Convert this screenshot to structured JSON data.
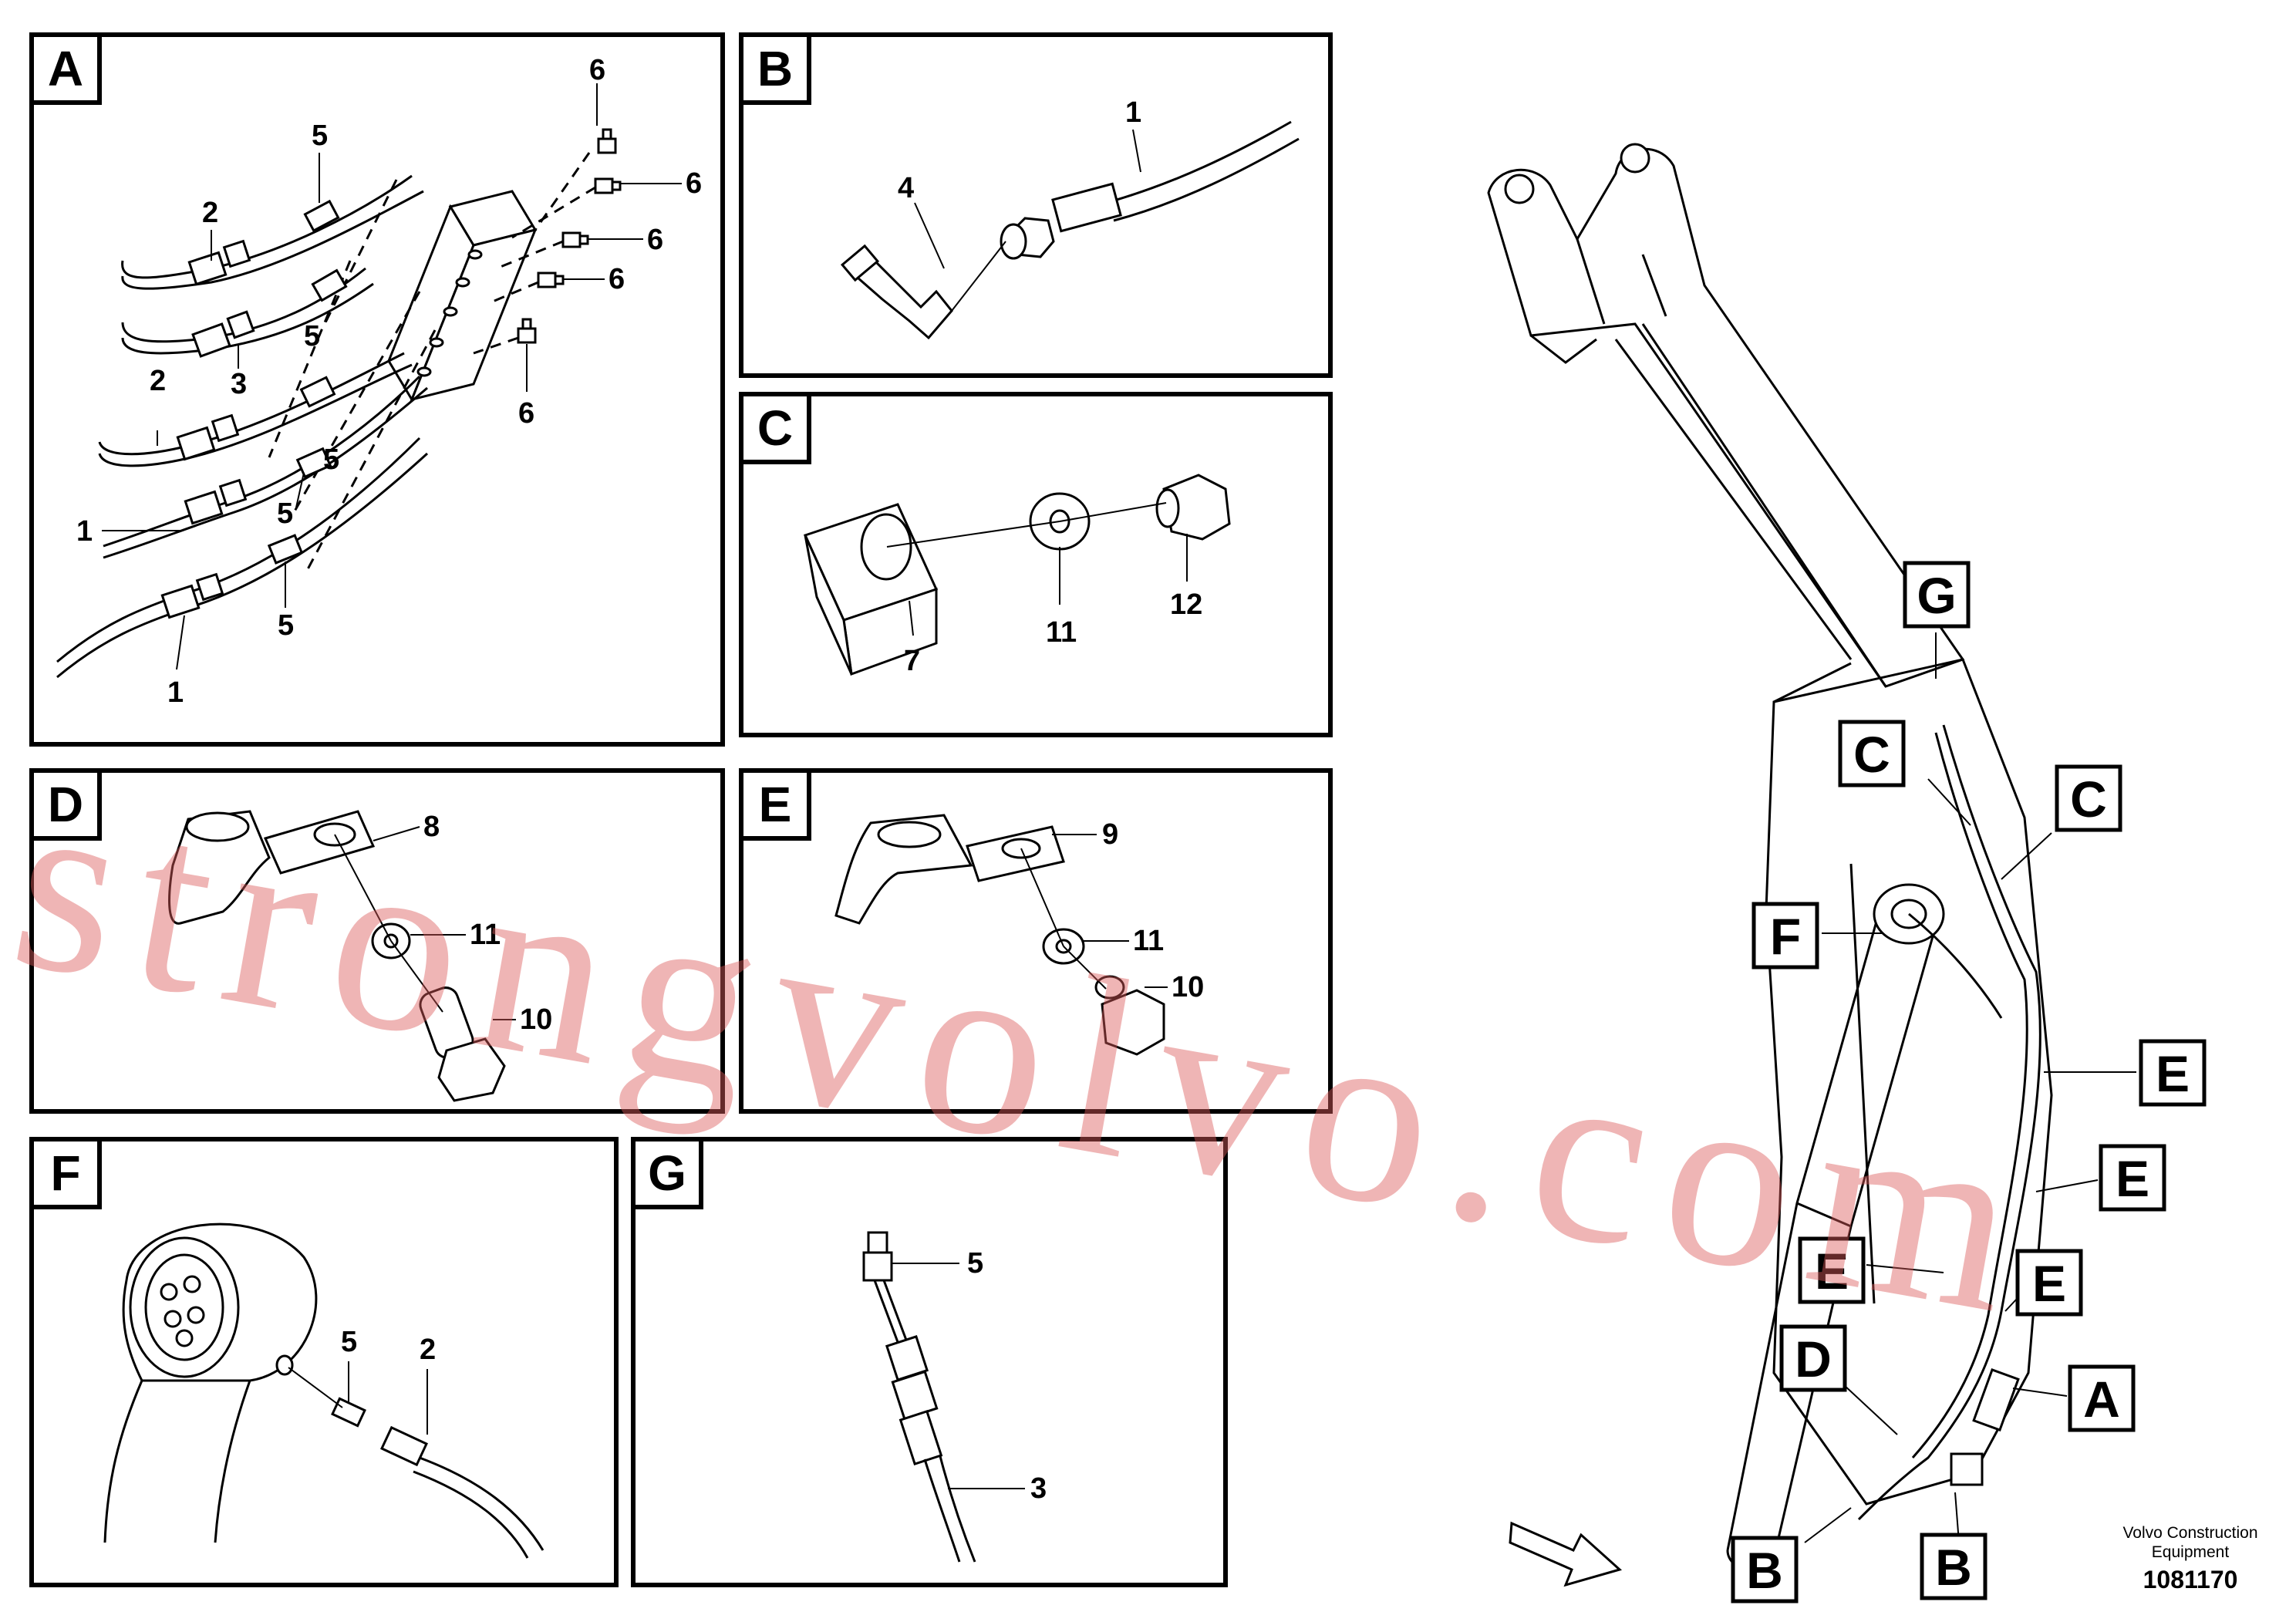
{
  "panels": {
    "A": {
      "tag": "A",
      "callouts": {
        "c1a": "1",
        "c1b": "1",
        "c2a": "2",
        "c2b": "2",
        "c3": "3",
        "c5a": "5",
        "c5b": "5",
        "c5c": "5",
        "c5d": "5",
        "c5e": "5",
        "c6a": "6",
        "c6b": "6",
        "c6c": "6",
        "c6d": "6",
        "c6e": "6"
      }
    },
    "B": {
      "tag": "B",
      "callouts": {
        "c1": "1",
        "c4": "4"
      }
    },
    "C": {
      "tag": "C",
      "callouts": {
        "c7": "7",
        "c11": "11",
        "c12": "12"
      }
    },
    "D": {
      "tag": "D",
      "callouts": {
        "c8": "8",
        "c11": "11",
        "c10": "10"
      }
    },
    "E": {
      "tag": "E",
      "callouts": {
        "c9": "9",
        "c11": "11",
        "c10": "10"
      }
    },
    "F": {
      "tag": "F",
      "callouts": {
        "c5": "5",
        "c2": "2"
      }
    },
    "G": {
      "tag": "G",
      "callouts": {
        "c5": "5",
        "c3": "3"
      }
    }
  },
  "overview_tags": {
    "g": "G",
    "c1": "C",
    "c2": "C",
    "f": "F",
    "e1": "E",
    "e2": "E",
    "e3": "E",
    "e4": "E",
    "d": "D",
    "a": "A",
    "b1": "B",
    "b2": "B"
  },
  "company": "Volvo Construction\nEquipment",
  "drawing_number": "1081170",
  "watermark": "strongvolvo.com"
}
